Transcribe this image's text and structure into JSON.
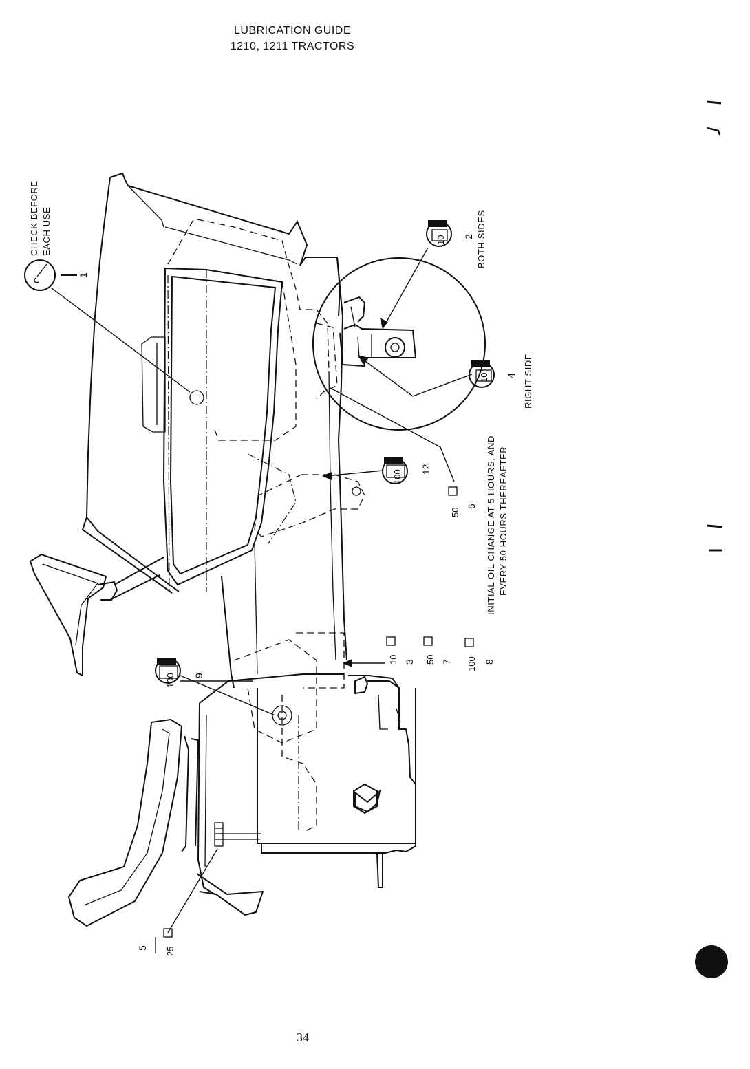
{
  "header": {
    "title_line1": "LUBRICATION GUIDE",
    "title_line2": "1210, 1211 TRACTORS"
  },
  "notes": {
    "check_line1": "CHECK BEFORE",
    "check_line2": "EACH USE",
    "oil_line1": "INITIAL OIL CHANGE AT 5 HOURS, AND",
    "oil_line2": "EVERY 50 HOURS THEREAFTER",
    "both_sides": "BOTH SIDES",
    "right_side": "RIGHT SIDE"
  },
  "callouts": [
    {
      "number": "1",
      "hours": ""
    },
    {
      "number": "2",
      "hours": "10"
    },
    {
      "number": "3",
      "hours": "10"
    },
    {
      "number": "4",
      "hours": "10"
    },
    {
      "number": "5",
      "hours": "25"
    },
    {
      "number": "6",
      "hours": "50"
    },
    {
      "number": "7",
      "hours": "50"
    },
    {
      "number": "8",
      "hours": "100"
    },
    {
      "number": "9",
      "hours": "100"
    },
    {
      "number": "12",
      "hours": "100"
    }
  ],
  "footer": {
    "page_number": "34"
  },
  "colors": {
    "ink": "#111111",
    "paper": "#ffffff"
  }
}
